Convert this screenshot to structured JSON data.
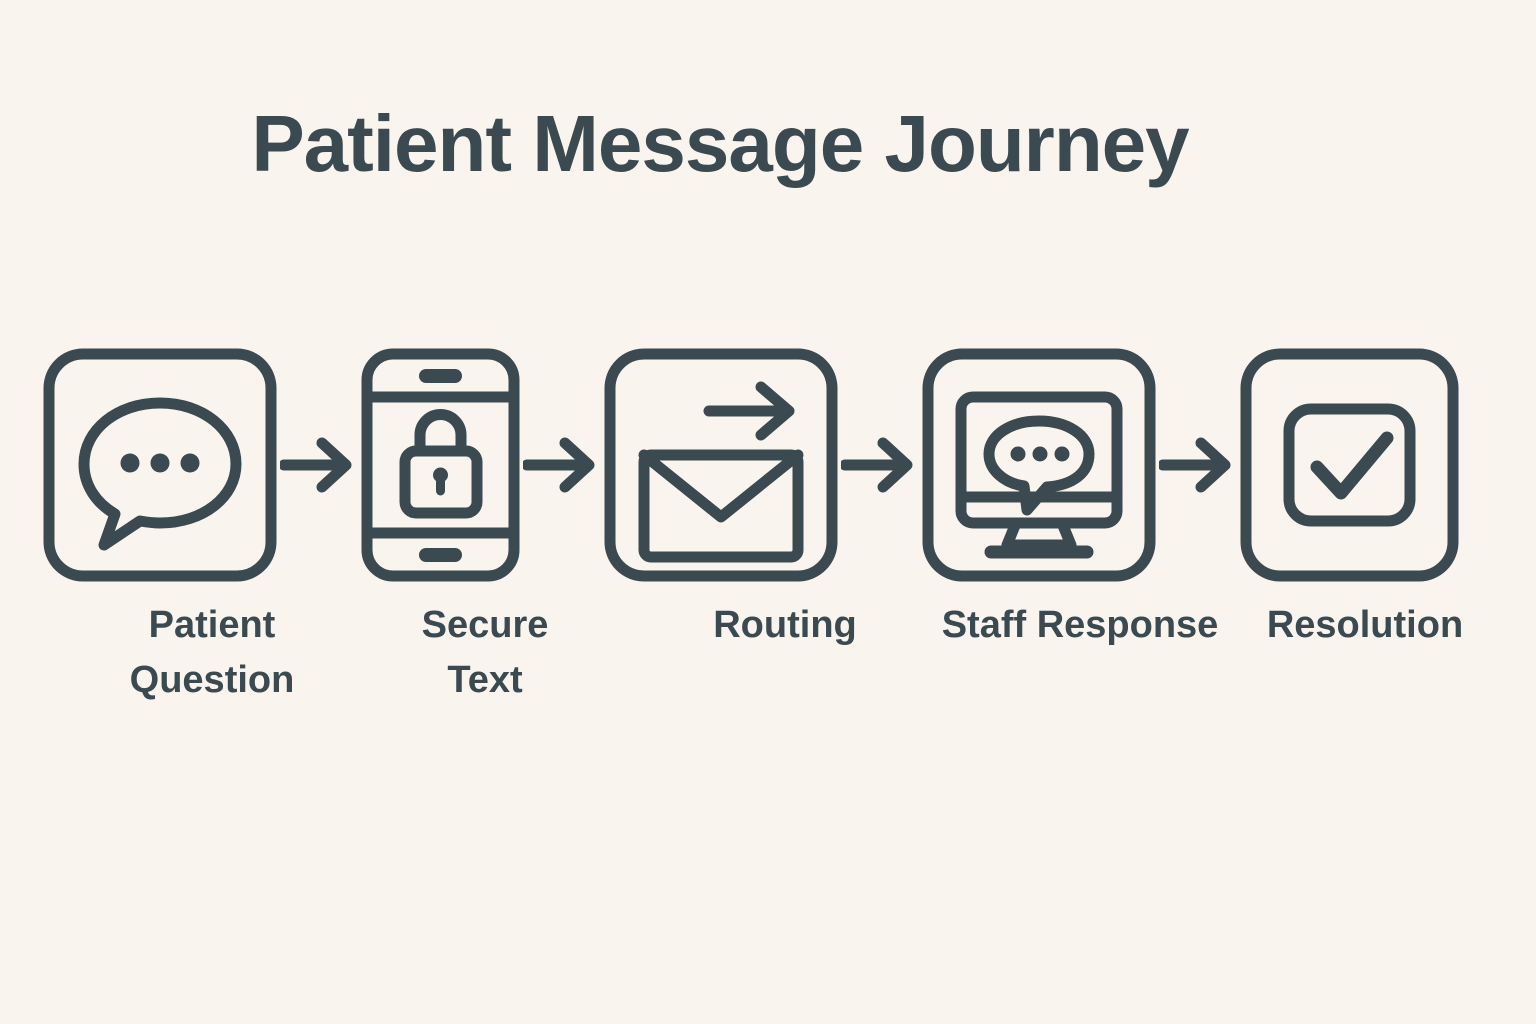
{
  "page": {
    "title": "Patient Message Journey",
    "background_color": "#FAF4EE",
    "stroke_color": "#3A4A50",
    "text_color": "#3A4A50"
  },
  "flow": {
    "steps": [
      {
        "index": 1,
        "label": "Patient\nQuestion",
        "icon": "chat-bubble-dots-icon",
        "container": "rounded-square-frame"
      },
      {
        "index": 2,
        "label": "Secure\nText",
        "icon": "phone-lock-icon",
        "container": "smartphone-frame"
      },
      {
        "index": 3,
        "label": "Routing",
        "icon": "envelope-forward-arrow-icon",
        "container": "rounded-square-frame"
      },
      {
        "index": 4,
        "label": "Staff Response",
        "icon": "monitor-chat-icon",
        "container": "rounded-square-frame"
      },
      {
        "index": 5,
        "label": "Resolution",
        "icon": "checkbox-check-icon",
        "container": "rounded-square-frame"
      }
    ],
    "connectors": [
      {
        "index": 1,
        "icon": "arrow-right-icon"
      },
      {
        "index": 2,
        "icon": "arrow-right-icon"
      },
      {
        "index": 3,
        "icon": "arrow-right-icon"
      },
      {
        "index": 4,
        "icon": "arrow-right-icon"
      }
    ]
  }
}
